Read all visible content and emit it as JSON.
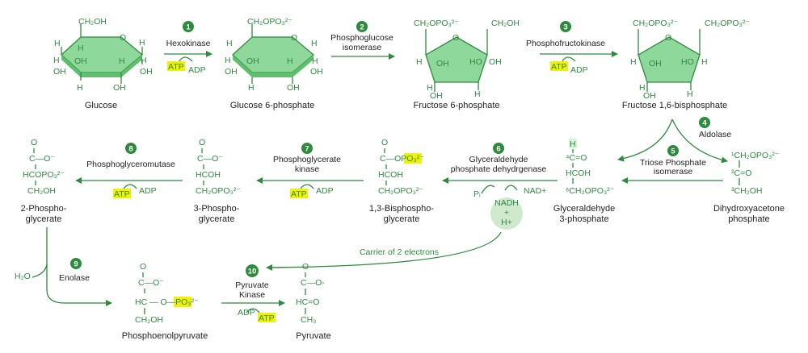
{
  "row1": {
    "glucose": {
      "name": "Glucose",
      "ch2oh": "CH₂OH",
      "o": "O",
      "h": "H",
      "oh": "OH"
    },
    "g6p": {
      "name": "Glucose 6-phosphate",
      "group": "CH₂OPO₃²⁻"
    },
    "f6p": {
      "name": "Fructose 6-phosphate",
      "left": "CH₂OPO₃²⁻",
      "right": "CH₂OH",
      "ho": "HO"
    },
    "fbp": {
      "name": "Fructose 1,6-bisphosphate",
      "left": "CH₂OPO₃²⁻",
      "right": "CH₂OPO₃²⁻"
    }
  },
  "row2": {
    "dhap": {
      "l1": "¹CH₂OPO₃²⁻",
      "l2": "²C=O",
      "l3": "³CH₂OH",
      "name1": "Dihydroxyacetone",
      "name2": "phosphate"
    },
    "g3p": {
      "l0": "H",
      "l1": "⁴C=O",
      "l2": "HCOH",
      "l3": "⁶CH₂OPO₃²⁻",
      "name1": "Glyceraldehyde",
      "name2": "3-phosphate"
    },
    "bpg": {
      "l0": "O",
      "l1": "C—OPO₃²⁻",
      "l2": "HCOH",
      "l3": "CH₂OPO₃²⁻",
      "name1": "1,3-Bisphospho-",
      "name2": "glycerate"
    },
    "pg3": {
      "l0": "O",
      "l1": "C—O⁻",
      "l2": "HCOH",
      "l3": "CH₂OPO₃²⁻",
      "name1": "3-Phospho-",
      "name2": "glycerate"
    },
    "pg2": {
      "l0": "O",
      "l1": "C—O⁻",
      "l2": "HCOPO₃²⁻",
      "l3": "CH₂OH",
      "name1": "2-Phospho-",
      "name2": "glycerate"
    },
    "carrier": "Carrier of 2 electrons"
  },
  "row3": {
    "pep": {
      "l0": "O",
      "l1": "C—O⁻",
      "l2": "HC — O—PO₃²⁻",
      "l3": "CH₂OH",
      "name": "Phosphoenolpyruvate"
    },
    "pyr": {
      "l0": "O",
      "l1": "C—O-",
      "l2": "HC=O",
      "l3": "CH₃",
      "name": "Pyruvate"
    }
  },
  "steps": {
    "s1": {
      "num": "1",
      "enzyme": "Hexokinase",
      "in": "ATP",
      "out": "ADP"
    },
    "s2": {
      "num": "2",
      "enzyme1": "Phosphoglucose",
      "enzyme2": "isomerase"
    },
    "s3": {
      "num": "3",
      "enzyme": "Phosphofructokinase",
      "in": "ATP",
      "out": "ADP"
    },
    "s4": {
      "num": "4",
      "enzyme": "Aldolase"
    },
    "s5": {
      "num": "5",
      "enzyme1": "Triose Phosphate",
      "enzyme2": "isomerase"
    },
    "s6": {
      "num": "6",
      "enzyme1": "Glyceraldehyde",
      "enzyme2": "phosphate dehydrgenase",
      "in": "NAD+",
      "pi": "Pᵢ",
      "nadh": "NADH",
      "plus": "+",
      "h": "H+"
    },
    "s7": {
      "num": "7",
      "enzyme1": "Phosphoglycerate",
      "enzyme2": "kinase",
      "in": "ADP",
      "out": "ATP"
    },
    "s8": {
      "num": "8",
      "enzyme": "Phosphoglyceromutase",
      "in": "ADP",
      "out": "ATP"
    },
    "s9": {
      "num": "9",
      "enzyme": "Enolase",
      "water": "H₂O"
    },
    "s10": {
      "num": "10",
      "enzyme1": "Pyruvate",
      "enzyme2": "Kinase",
      "in": "ADP",
      "out": "ATP"
    }
  }
}
